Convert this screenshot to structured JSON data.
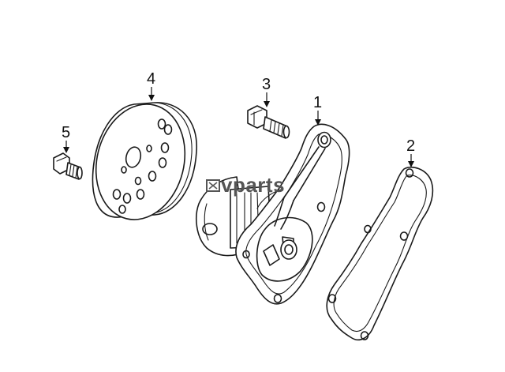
{
  "callouts": {
    "part1": "1",
    "part2": "2",
    "part3": "3",
    "part4": "4",
    "part5": "5"
  },
  "watermark": {
    "text": "vparts",
    "color": "#555555"
  }
}
